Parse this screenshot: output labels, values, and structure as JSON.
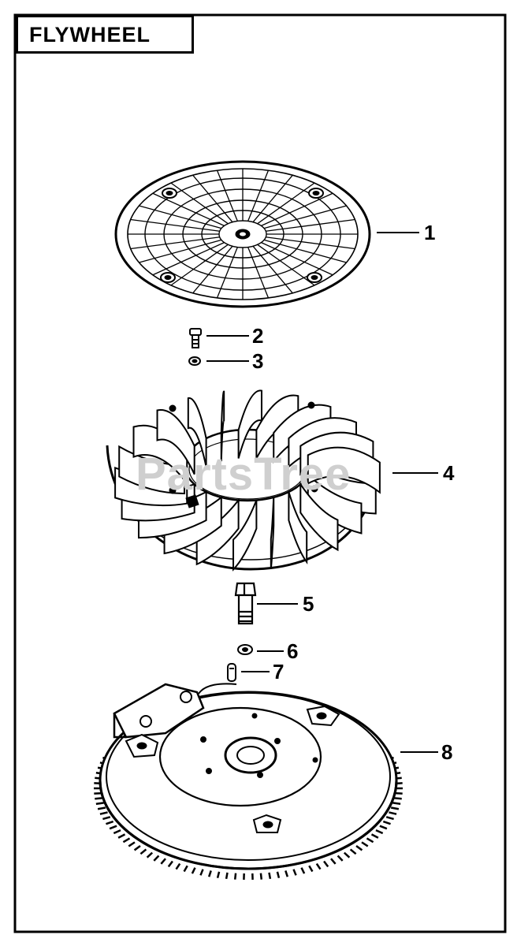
{
  "title": "FLYWHEEL",
  "watermark": "PartsTree",
  "callouts": [
    {
      "id": "1",
      "part": "screen"
    },
    {
      "id": "2",
      "part": "screw"
    },
    {
      "id": "3",
      "part": "washer"
    },
    {
      "id": "4",
      "part": "fan"
    },
    {
      "id": "5",
      "part": "bolt"
    },
    {
      "id": "6",
      "part": "washer"
    },
    {
      "id": "7",
      "part": "key"
    },
    {
      "id": "8",
      "part": "flywheel"
    }
  ],
  "colors": {
    "ink": "#000000",
    "paper": "#ffffff",
    "watermark": "#cfcfcf"
  }
}
